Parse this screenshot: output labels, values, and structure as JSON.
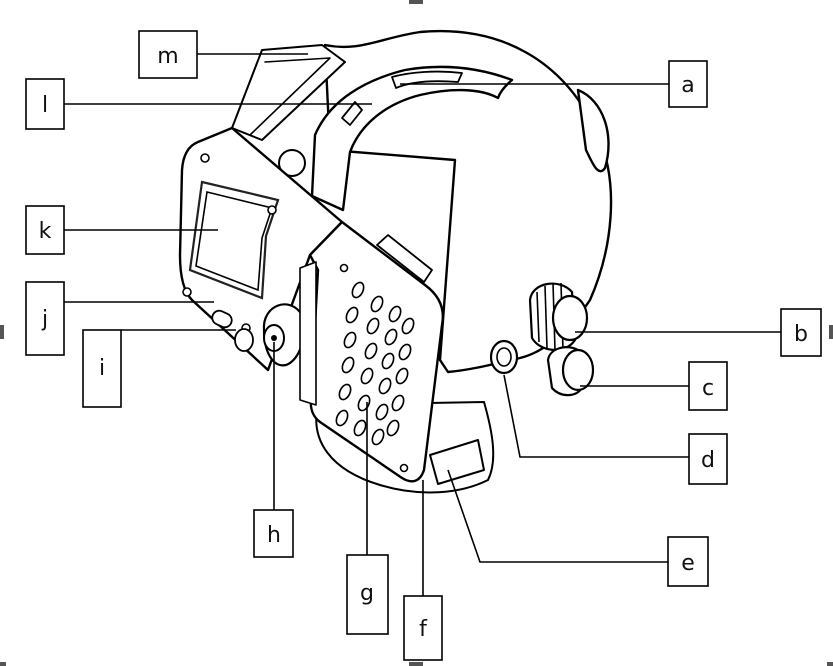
{
  "labels": {
    "a": "a",
    "b": "b",
    "c": "c",
    "d": "d",
    "e": "e",
    "f": "f",
    "g": "g",
    "h": "h",
    "i": "i",
    "j": "j",
    "k": "k",
    "l": "l",
    "m": "m"
  },
  "colors": {
    "line": "#000000",
    "background": "#ffffff",
    "screen_outline": "#222222"
  }
}
